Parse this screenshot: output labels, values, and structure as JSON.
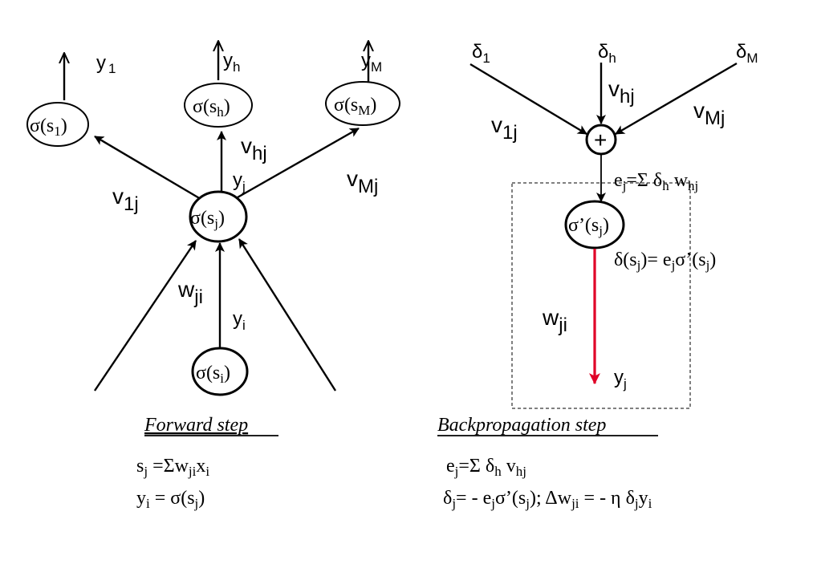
{
  "forward": {
    "title": "Forward step",
    "outputs": [
      {
        "label": "y",
        "sub": "1"
      },
      {
        "label": "y",
        "sub": "h"
      },
      {
        "label": "y",
        "sub": "M"
      }
    ],
    "output_nodes": [
      {
        "main": "σ(s",
        "sub": "1",
        "end": ")"
      },
      {
        "main": "σ(s",
        "sub": "h",
        "end": ")"
      },
      {
        "main": "σ(s",
        "sub": "M",
        "end": ")"
      }
    ],
    "hidden_node": {
      "main": "σ(s",
      "sub": "j",
      "end": ")"
    },
    "input_node": {
      "main": "σ(s",
      "sub": "i",
      "end": ")"
    },
    "weights": {
      "v1j": {
        "main": "v",
        "sub": "1j"
      },
      "vhj": {
        "main": "v",
        "sub": "hj"
      },
      "vMj": {
        "main": "v",
        "sub": "Mj"
      },
      "wji": {
        "main": "w",
        "sub": "ji"
      }
    },
    "signals": {
      "yj": {
        "main": "y",
        "sub": "j"
      },
      "yi": {
        "main": "y",
        "sub": "i"
      }
    },
    "eq1": {
      "a": "s",
      "a_sub": "j",
      "b": " =Σw",
      "b_sub": "ji",
      "c": "x",
      "c_sub": "i"
    },
    "eq2": {
      "a": "y",
      "a_sub": "i",
      "b": " = σ(s",
      "b_sub": "j",
      "c": ")"
    }
  },
  "backward": {
    "title": "Backpropagation step",
    "deltas": [
      {
        "main": "δ",
        "sub": "1"
      },
      {
        "main": "δ",
        "sub": "h"
      },
      {
        "main": "δ",
        "sub": "M"
      }
    ],
    "sum_symbol": "+",
    "weights": {
      "v1j": {
        "main": "v",
        "sub": "1j"
      },
      "vhj": {
        "main": "v",
        "sub": "hj"
      },
      "vMj": {
        "main": "v",
        "sub": "Mj"
      },
      "wji": {
        "main": "w",
        "sub": "ji"
      }
    },
    "error_eq": {
      "a": "e",
      "a_sub": "j",
      "b": "=Σ δ",
      "b_sub": "h",
      "c": " w",
      "c_sub": "hj"
    },
    "deriv_node": {
      "main": "σ’(s",
      "sub": "j",
      "end": ")"
    },
    "delta_eq": {
      "a": "δ(s",
      "a_sub": "j",
      "b": ")= e",
      "b_sub": "j",
      "c": "σ’(s",
      "c_sub": "j",
      "d": ")"
    },
    "output": {
      "main": "y",
      "sub": "j"
    },
    "eq1": {
      "a": "e",
      "a_sub": "j",
      "b": "=Σ δ",
      "b_sub": "h",
      "c": " v",
      "c_sub": "hj"
    },
    "eq2": {
      "a": "δ",
      "a_sub": "j",
      "b": "= - e",
      "b_sub": "j",
      "c": "σ’(s",
      "c_sub": "j",
      "d": ");  Δw",
      "d_sub": "ji",
      "e": " = - η δ",
      "e_sub": "j",
      "f": "y",
      "f_sub": "i"
    }
  }
}
